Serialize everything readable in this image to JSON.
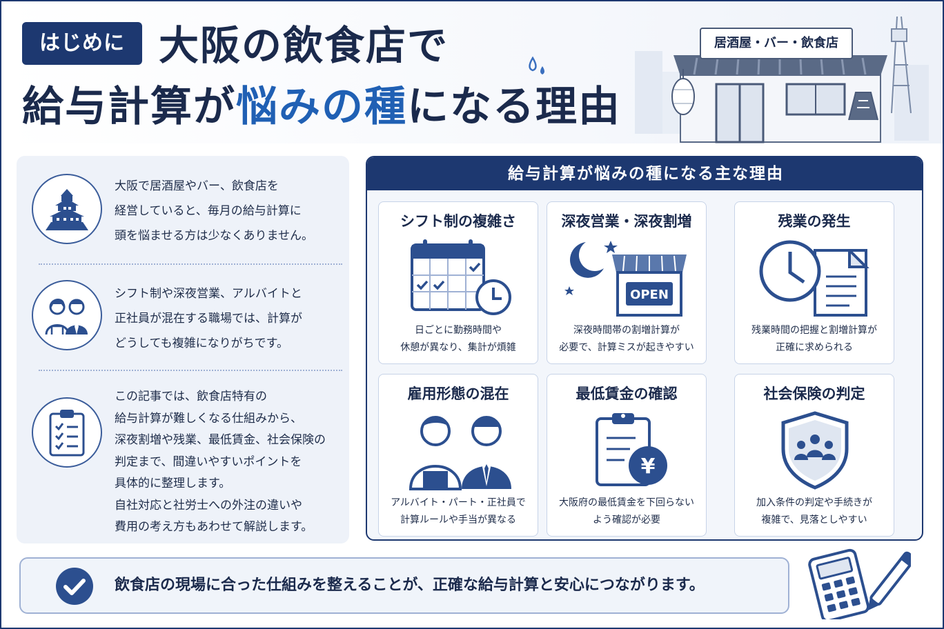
{
  "header": {
    "tag": "はじめに",
    "title_line1": "大阪の飲食店で",
    "title_line2_pre": "給与計算が",
    "title_line2_highlight": "悩みの種",
    "title_line2_post": "になる理由",
    "shop_sign": "居酒屋・バー・飲食店",
    "icons": [
      "sweat-drop-icon",
      "shop-icon",
      "lantern-icon",
      "tower-icon"
    ]
  },
  "intro": {
    "items": [
      {
        "icon": "castle-icon",
        "text": "大阪で居酒屋やバー、飲食店を\n経営していると、毎月の給与計算に\n頭を悩ませる方は少なくありません。"
      },
      {
        "icon": "staff-people-icon",
        "text": "シフト制や深夜営業、アルバイトと\n正社員が混在する職場では、計算が\nどうしても複雑になりがちです。"
      },
      {
        "icon": "clipboard-checklist-icon",
        "text": "この記事では、飲食店特有の\n給与計算が難しくなる仕組みから、\n深夜割増や残業、最低賃金、社会保険の\n判定まで、間違いやすいポイントを\n具体的に整理します。\n自社対応と社労士への外注の違いや\n費用の考え方もあわせて解説します。"
      }
    ]
  },
  "reasons": {
    "heading": "給与計算が悩みの種になる主な理由",
    "open_sign": "OPEN",
    "yen_symbol": "¥",
    "cards": [
      {
        "title": "シフト制の複雑さ",
        "icon": "calendar-clock-icon",
        "desc": "日ごとに勤務時間や\n休憩が異なり、集計が煩雑"
      },
      {
        "title": "深夜営業・深夜割増",
        "icon": "moon-shop-icon",
        "desc": "深夜時間帯の割増計算が\n必要で、計算ミスが起きやすい"
      },
      {
        "title": "残業の発生",
        "icon": "clock-document-icon",
        "desc": "残業時間の把握と割増計算が\n正確に求められる"
      },
      {
        "title": "雇用形態の混在",
        "icon": "staff-people-icon",
        "desc": "アルバイト・パート・正社員で\n計算ルールや手当が異なる"
      },
      {
        "title": "最低賃金の確認",
        "icon": "clipboard-yen-icon",
        "desc": "大阪府の最低賃金を下回らない\nよう確認が必要"
      },
      {
        "title": "社会保険の判定",
        "icon": "shield-people-icon",
        "desc": "加入条件の判定や手続きが\n複雑で、見落としやすい"
      }
    ]
  },
  "footer": {
    "icon": "check-circle-icon",
    "text": "飲食店の現場に合った仕組みを整えることが、正確な給与計算と安心につながります。",
    "decor_icon": "calculator-pen-icon"
  },
  "colors": {
    "navy": "#1d3870",
    "accent_blue": "#2060b4",
    "panel_bg": "#eef2f9",
    "icon_blue": "#2c4f8f"
  }
}
